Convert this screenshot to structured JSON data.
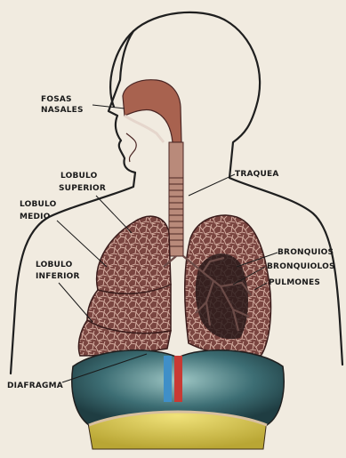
{
  "labels": {
    "fosas_1": "FOSAS",
    "fosas_2": "NASALES",
    "traquea": "TRAQUEA",
    "lob_sup_1": "LOBULO",
    "lob_sup_2": "SUPERIOR",
    "lob_med_1": "LOBULO",
    "lob_med_2": "MEDIO",
    "lob_inf_1": "LOBULO",
    "lob_inf_2": "INFERIOR",
    "bronquios": "BRONQUIOS",
    "bronquiolos": "BRONQUIOLOS",
    "pulmones": "PULMONES",
    "diafragma": "DIAFRAGMA"
  },
  "colors": {
    "paper": "#f1ebe0",
    "lung": "#7a4540",
    "lung_dark": "#4a2523",
    "nasal": "#a8624f",
    "trachea": "#b98a7a",
    "diaphragm": "#3d6e74",
    "abdomen": "#d8c752",
    "artery": "#c83a34",
    "vein": "#3f8fc8"
  }
}
